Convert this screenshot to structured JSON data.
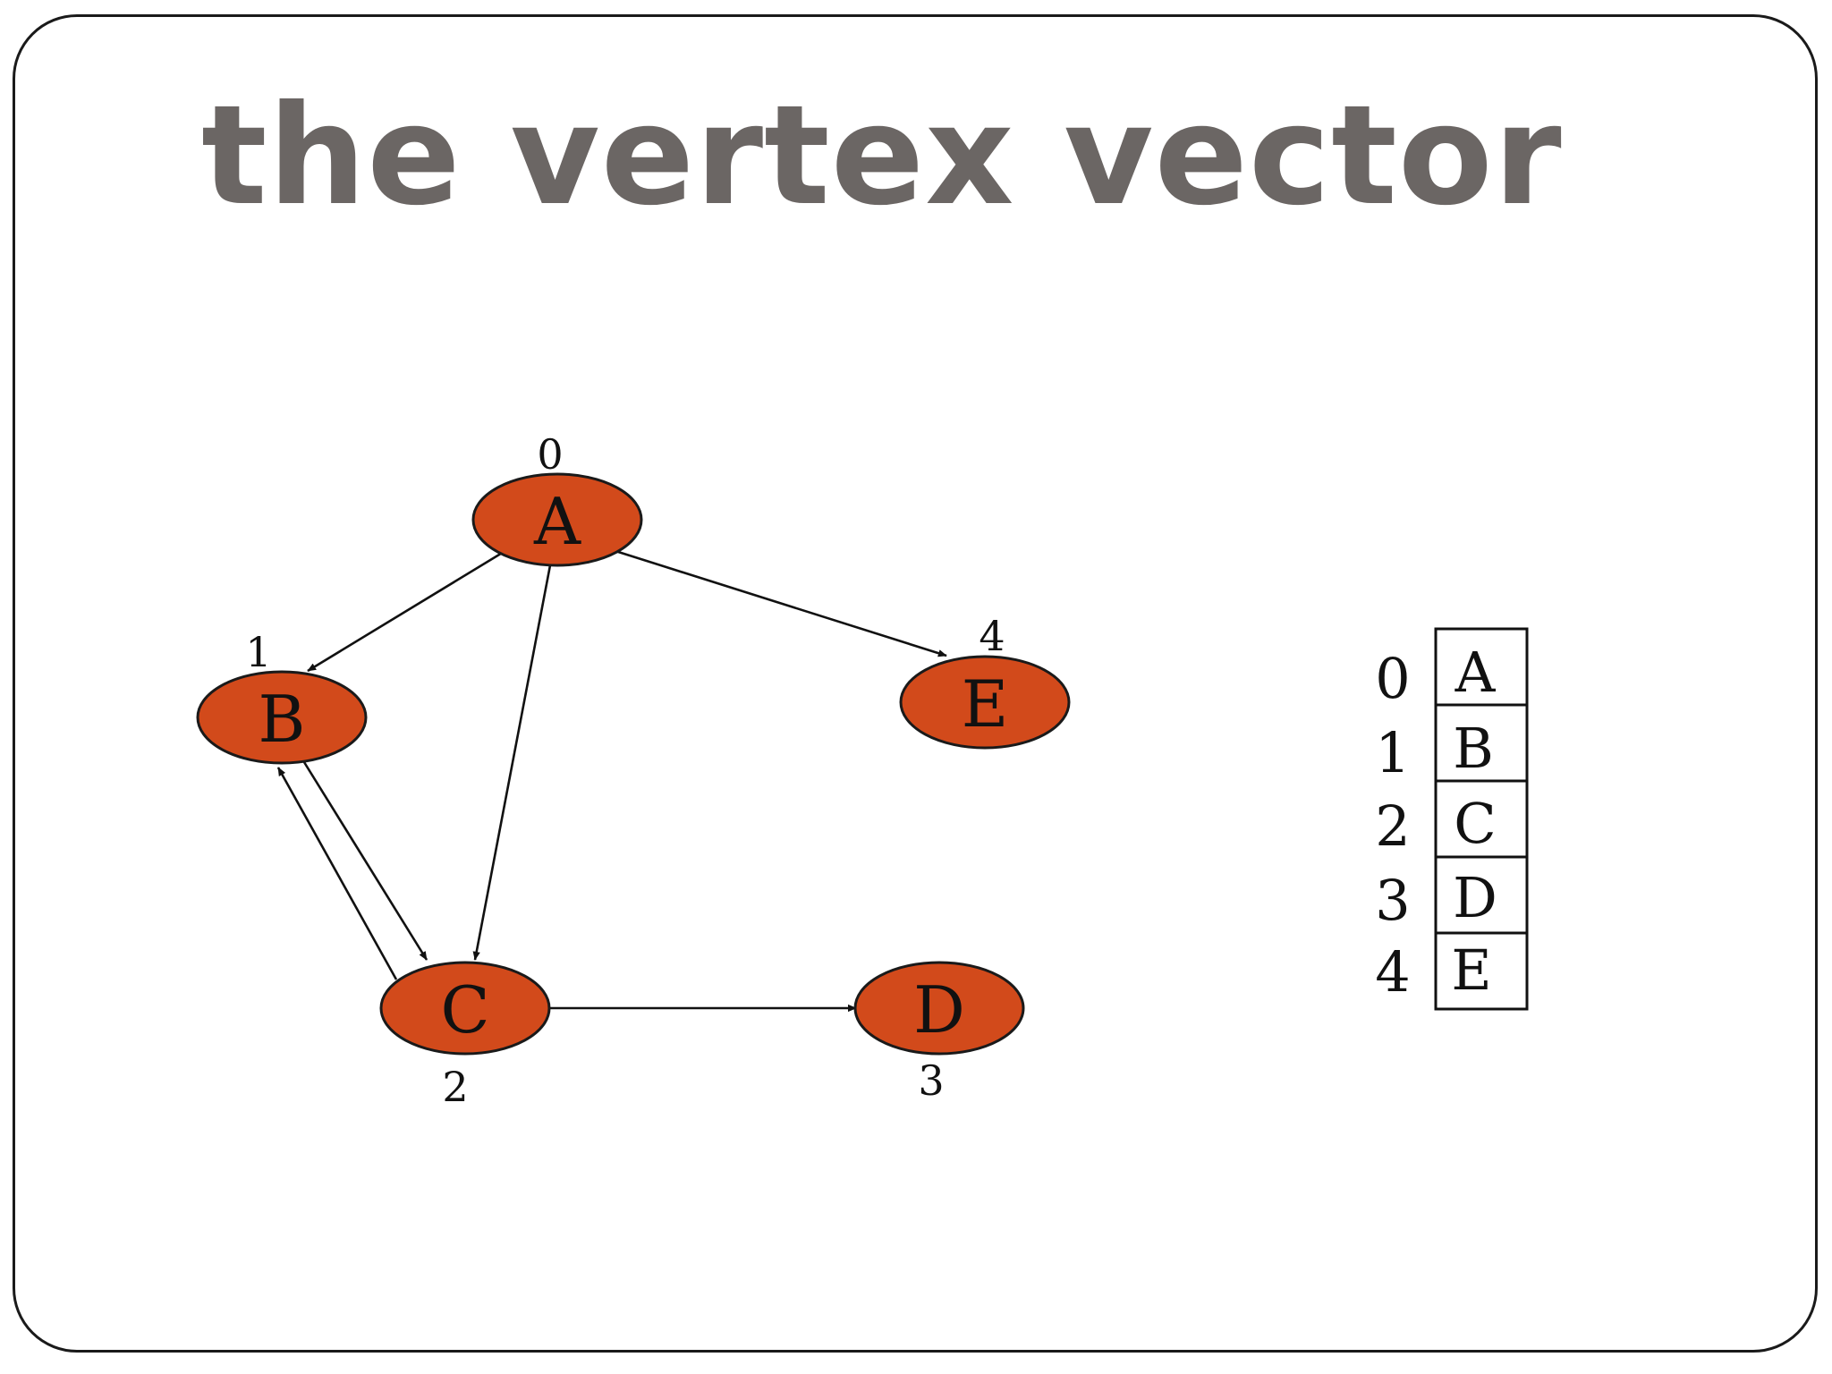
{
  "slide": {
    "title": "the vertex vector"
  },
  "graph": {
    "nodes": [
      {
        "id": "A",
        "label": "A",
        "index": "0"
      },
      {
        "id": "B",
        "label": "B",
        "index": "1"
      },
      {
        "id": "C",
        "label": "C",
        "index": "2"
      },
      {
        "id": "D",
        "label": "D",
        "index": "3"
      },
      {
        "id": "E",
        "label": "E",
        "index": "4"
      }
    ],
    "edges": [
      {
        "from": "A",
        "to": "B"
      },
      {
        "from": "A",
        "to": "C"
      },
      {
        "from": "A",
        "to": "E"
      },
      {
        "from": "B",
        "to": "C"
      },
      {
        "from": "C",
        "to": "B"
      },
      {
        "from": "C",
        "to": "D"
      }
    ],
    "node_color": "#d24a1b"
  },
  "vertex_vector": {
    "indices": [
      "0",
      "1",
      "2",
      "3",
      "4"
    ],
    "values": [
      "A",
      "B",
      "C",
      "D",
      "E"
    ]
  },
  "colors": {
    "title": "#6b6664",
    "node_fill": "#d24a1b",
    "outline": "#1a1a1a"
  }
}
